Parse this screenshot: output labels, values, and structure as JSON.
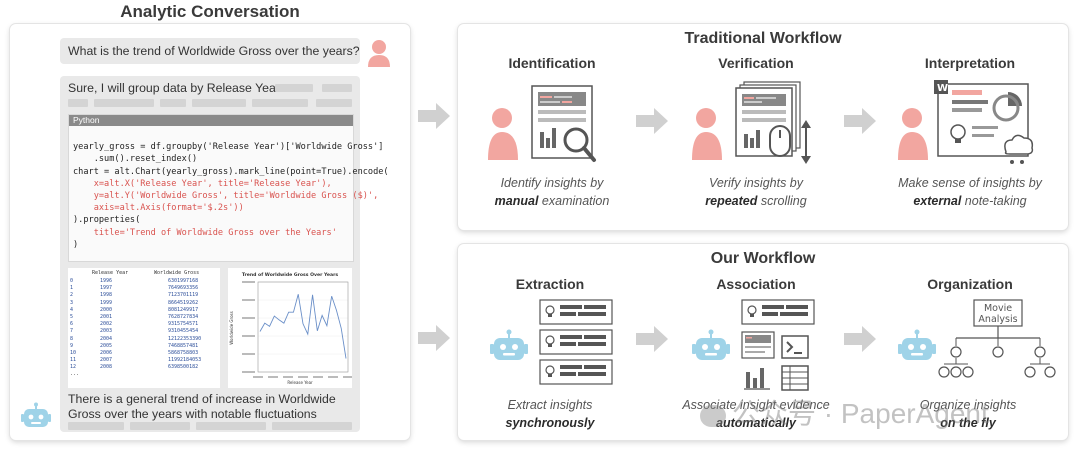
{
  "left": {
    "title": "Analytic Conversation",
    "question": "What is the trend of Worldwide Gross over the years?",
    "answer_intro": "Sure, I will group data by Release Year",
    "code_lang": "Python",
    "code_lines": [
      "yearly_gross = df.groupby('Release Year')['Worldwide Gross']",
      "    .sum().reset_index()",
      "chart = alt.Chart(yearly_gross).mark_line(point=True).encode(",
      "    x=alt.X('Release Year', title='Release Year'),",
      "    y=alt.Y('Worldwide Gross', title='Worldwide Gross ($)',",
      "    axis=alt.Axis(format='$.2s'))",
      ").properties(",
      "    title='Trend of Worldwide Gross over the Years'",
      ")"
    ],
    "table": {
      "headers": [
        "Release Year",
        "Worldwide Gross"
      ],
      "rows": [
        [
          "0",
          "1996",
          "6301997168"
        ],
        [
          "1",
          "1997",
          "7649693356"
        ],
        [
          "2",
          "1998",
          "7123701119"
        ],
        [
          "3",
          "1999",
          "8664519262"
        ],
        [
          "4",
          "2000",
          "8081249917"
        ],
        [
          "5",
          "2001",
          "7628727834"
        ],
        [
          "6",
          "2002",
          "9315754571"
        ],
        [
          "7",
          "2003",
          "9310455454"
        ],
        [
          "8",
          "2004",
          "12122353390"
        ],
        [
          "9",
          "2005",
          "7468857481"
        ],
        [
          "10",
          "2006",
          "5868758803"
        ],
        [
          "11",
          "2007",
          "11992184053"
        ],
        [
          "12",
          "2008",
          "6398500182"
        ]
      ],
      "ellipsis": "..."
    },
    "mini_chart": {
      "title": "Trend of Worldwide Gross Over Years",
      "xlabel": "Release Year",
      "ylabel": "Worldwide Gross",
      "values": [
        6.3,
        7.6,
        7.1,
        8.7,
        8.1,
        7.6,
        9.3,
        9.3,
        12.1,
        7.5,
        5.9,
        12.0,
        6.4,
        8.8,
        7.2,
        11.8,
        9.6,
        6.8,
        2.1
      ]
    },
    "conclusion": "There is a general trend of increase in Worldwide Gross over the years with notable fluctuations"
  },
  "traditional": {
    "title": "Traditional Workflow",
    "steps": [
      {
        "name": "Identification",
        "caption_line1": "Identify insights by",
        "caption_bold": "manual",
        "caption_rest": " examination"
      },
      {
        "name": "Verification",
        "caption_line1": "Verify insights by",
        "caption_bold": "repeated",
        "caption_rest": " scrolling"
      },
      {
        "name": "Interpretation",
        "caption_line1": "Make sense of insights by",
        "caption_bold": "external",
        "caption_rest": " note-taking"
      }
    ]
  },
  "ours": {
    "title": "Our Workflow",
    "steps": [
      {
        "name": "Extraction",
        "caption_line1": "Extract insights",
        "caption_bold": "synchronously"
      },
      {
        "name": "Association",
        "caption_line1": "Associate insight evidence",
        "caption_bold": "automatically"
      },
      {
        "name": "Organization",
        "caption_line1": "Organize insights",
        "caption_bold": "on the fly"
      }
    ],
    "tree_root_label": "Movie\nAnalysis"
  },
  "watermark": "公众号 · PaperAgent",
  "colors": {
    "person": "#f2a6a0",
    "robot": "#9fd3e8",
    "arrow": "#cfcfcf",
    "code_header": "#8a8a8a",
    "line": "#6a8fc8"
  }
}
